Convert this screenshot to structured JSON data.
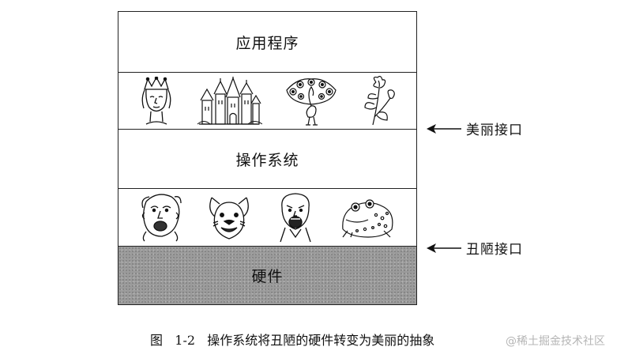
{
  "diagram": {
    "layers": {
      "applications": "应用程序",
      "operating_system": "操作系统",
      "hardware": "硬件"
    },
    "beautiful_interface": {
      "label": "美丽接口",
      "images": [
        "queen-icon",
        "castle-icon",
        "peacock-icon",
        "flower-icon"
      ]
    },
    "ugly_interface": {
      "label": "丑陋接口",
      "images": [
        "screaming-face-icon",
        "dog-face-icon",
        "yelling-man-icon",
        "toad-icon"
      ]
    },
    "caption": "图   1-2   操作系统将丑陋的硬件转变为美丽的抽象",
    "watermark": "@稀土掘金技术社区",
    "colors": {
      "line": "#222222",
      "hardware_fill": "#9b9b9b",
      "watermark": "#b5b5b5"
    }
  }
}
